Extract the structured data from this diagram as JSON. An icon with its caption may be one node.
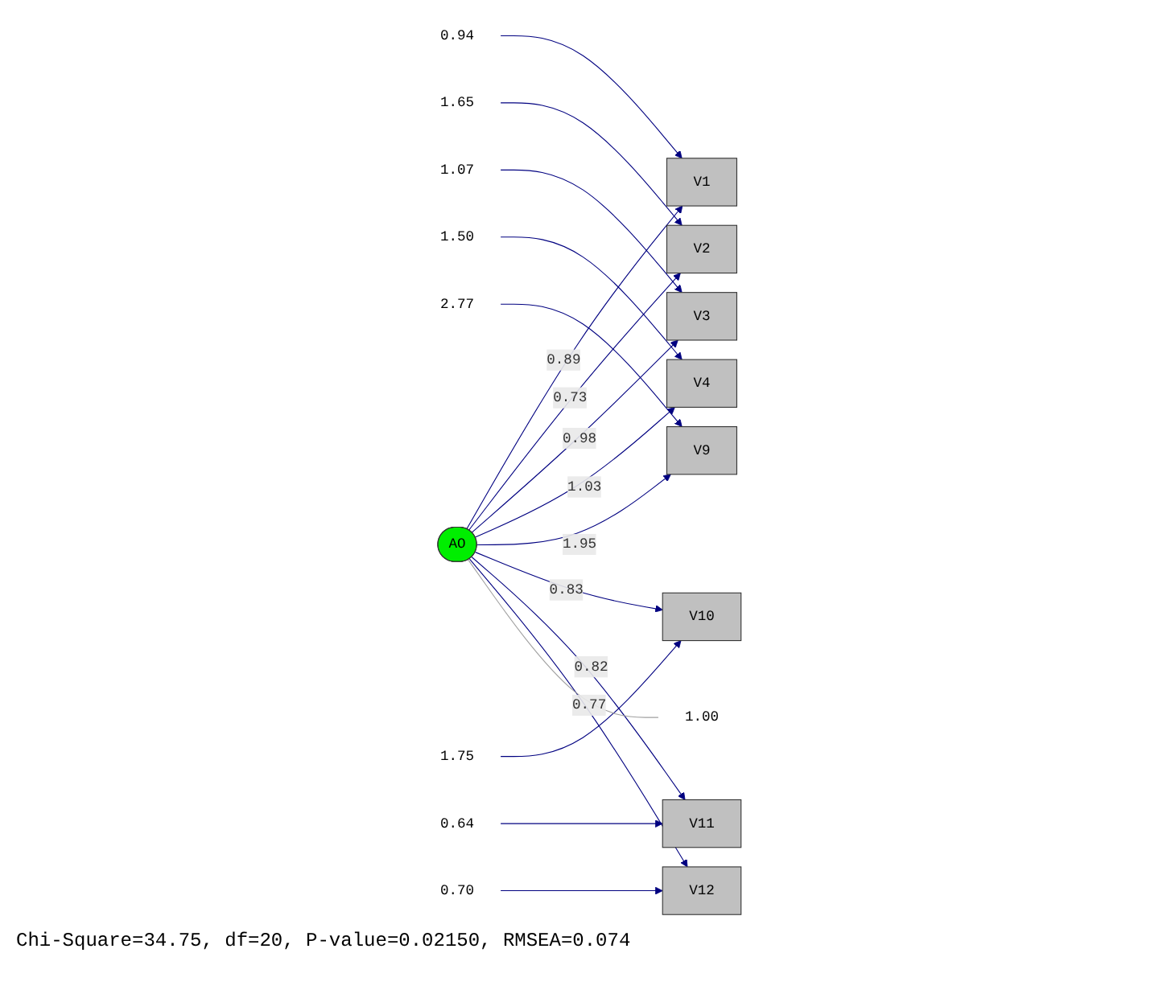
{
  "diagram": {
    "caption": "Chi-Square=34.75, df=20, P-value=0.02150, RMSEA=0.074",
    "nodes": [
      {
        "text": [
          "0.94"
        ]
      },
      {
        "text": [
          "V1"
        ]
      },
      {
        "text": [
          "1.65"
        ]
      },
      {
        "text": [
          "V2"
        ]
      },
      {
        "text": [
          "1.07"
        ]
      },
      {
        "text": [
          "V3"
        ]
      },
      {
        "text": [
          "1.50"
        ]
      },
      {
        "text": [
          "V4"
        ]
      },
      {
        "text": [
          "2.77"
        ]
      },
      {
        "text": [
          "V9"
        ]
      },
      {
        "text": [
          "1.75"
        ]
      },
      {
        "text": [
          "V10"
        ]
      },
      {
        "text": [
          "0.64"
        ]
      },
      {
        "text": [
          "V11"
        ]
      },
      {
        "text": [
          "0.70"
        ]
      },
      {
        "text": [
          "V12"
        ]
      },
      {
        "text": [
          "AO"
        ]
      },
      {
        "text": [
          "1.00"
        ]
      }
    ],
    "edges": [
      {
        "from": 0,
        "to": 1,
        "arrow": "to"
      },
      {
        "from": 2,
        "to": 3,
        "arrow": "to"
      },
      {
        "from": 4,
        "to": 5,
        "arrow": "to"
      },
      {
        "from": 6,
        "to": 7,
        "arrow": "to"
      },
      {
        "from": 8,
        "to": 9,
        "arrow": "to"
      },
      {
        "from": 10,
        "to": 11,
        "arrow": "to"
      },
      {
        "from": 12,
        "to": 13,
        "arrow": "to"
      },
      {
        "from": 14,
        "to": 15,
        "arrow": "to"
      },
      {
        "from": 16,
        "to": 1,
        "arrow": "to",
        "label": "0.89"
      },
      {
        "from": 16,
        "to": 3,
        "arrow": "to",
        "label": "0.73"
      },
      {
        "from": 16,
        "to": 5,
        "arrow": "to",
        "label": "0.98"
      },
      {
        "from": 16,
        "to": 7,
        "arrow": "to",
        "label": "1.03"
      },
      {
        "from": 16,
        "to": 9,
        "arrow": "to",
        "label": "1.95"
      },
      {
        "from": 16,
        "to": 11,
        "arrow": "to",
        "label": "0.83"
      },
      {
        "from": 16,
        "to": 13,
        "arrow": "to",
        "label": "0.82"
      },
      {
        "from": 16,
        "to": 15,
        "arrow": "to",
        "label": "0.77"
      },
      {
        "from": 16,
        "to": 17,
        "arrow": "none",
        "color": "#a0a0a0"
      }
    ]
  }
}
